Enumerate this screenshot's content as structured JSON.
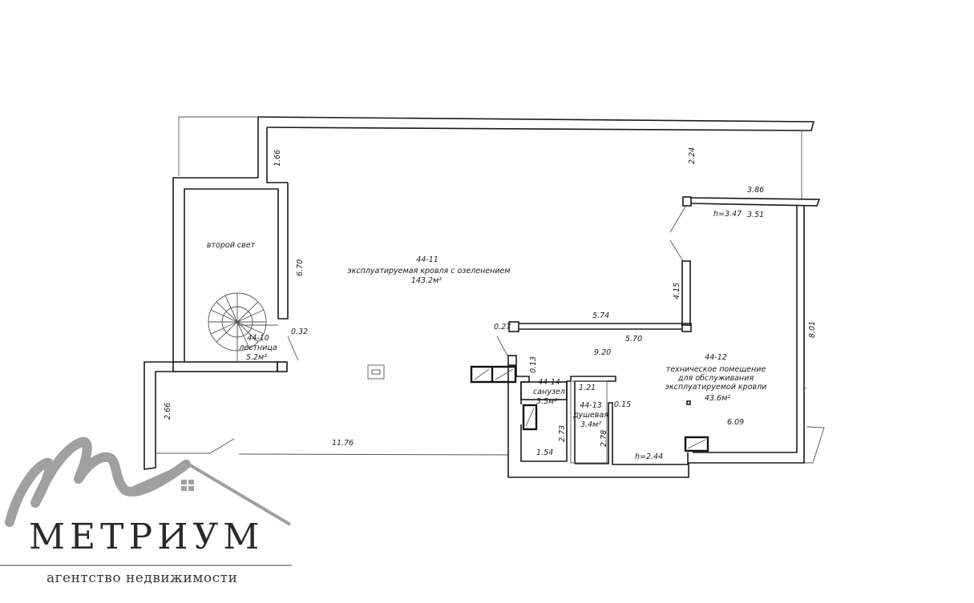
{
  "plan": {
    "rooms": [
      {
        "id": "44-10",
        "name": "лестница",
        "area": "5.2м²"
      },
      {
        "id": "44-11",
        "name": "эксплуатируемая кровля с озеленением",
        "area": "143.2м²"
      },
      {
        "id": "44-12",
        "name_lines": [
          "техническое помещение",
          "для обслуживания",
          "эксплуатируемой кровли"
        ],
        "area": "43.6м²"
      },
      {
        "id": "44-13",
        "name": "душевая",
        "area": "3.4м²"
      },
      {
        "id": "44-14",
        "name": "санузел",
        "area": "3.5м²"
      }
    ],
    "second_light": "второй свет",
    "dimensions": {
      "d166": "1.66",
      "d224": "2.24",
      "d386": "3.86",
      "h347": "h=3.47",
      "d351": "3.51",
      "d670": "6.70",
      "d415": "4.15",
      "d574": "5.74",
      "d570": "5.70",
      "d027": "0.27",
      "d032": "0.32",
      "d920": "9.20",
      "d801": "8.01",
      "d013": "0.13",
      "d121": "1.21",
      "d015": "0.15",
      "d273": "2.73",
      "d278": "2.78",
      "d154": "1.54",
      "h244": "h=2.44",
      "d609": "6.09",
      "d266": "2.66",
      "d1176": "11.76"
    }
  },
  "logo": {
    "title": "МЕТРИУМ",
    "subtitle": "агентство недвижимости",
    "color": "#a0a0a0"
  }
}
